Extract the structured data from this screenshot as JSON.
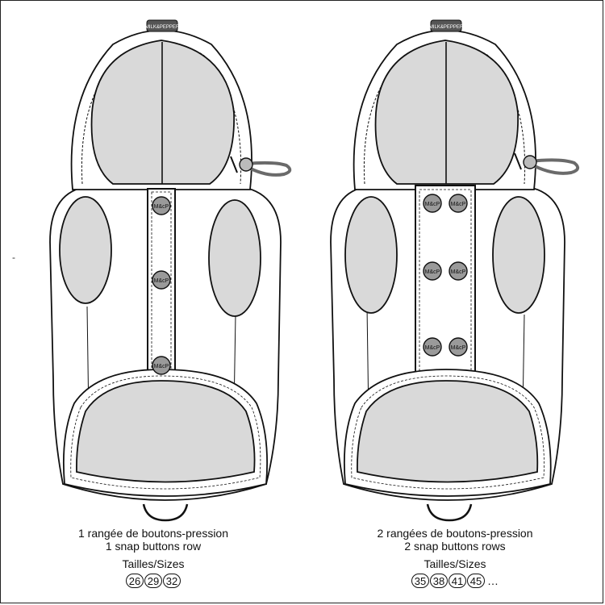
{
  "left": {
    "caption_line1": "1 rangée de boutons-pression",
    "caption_line2": "1 snap buttons row",
    "sizes_label": "Tailles/Sizes",
    "sizes": [
      "26",
      "29",
      "32"
    ],
    "snap_label": "M&cP",
    "brand_tag": "MILK&PEPPER"
  },
  "right": {
    "caption_line1": "2 rangées de boutons-pression",
    "caption_line2": "2 snap buttons rows",
    "sizes_label": "Tailles/Sizes",
    "sizes": [
      "35",
      "38",
      "41",
      "45"
    ],
    "sizes_more": "…",
    "snap_label": "M&cP",
    "brand_tag": "MILK&PEPPER"
  },
  "stray_mark": "-",
  "colors": {
    "fill_gray": "#d9d9d9",
    "stroke": "#111111",
    "snap": "#9a9a9a",
    "cord": "#6a6a6a"
  }
}
